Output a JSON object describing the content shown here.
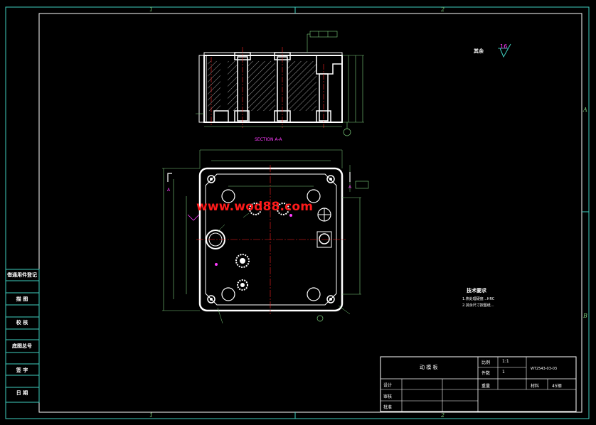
{
  "colors": {
    "background": "#000000",
    "frame": "#3fd0c0",
    "outline": "#ffffff",
    "centerline": "#ff2020",
    "hatch": "#ffffff",
    "dimension": "#7fd27f",
    "magenta": "#ff3cff",
    "watermark": "#ff1a1a"
  },
  "border_zones": {
    "top": [
      "1",
      "2"
    ],
    "bottom": [
      "1",
      "2"
    ],
    "right": [
      "A",
      "B"
    ]
  },
  "section_label": "SECTION A-A",
  "watermark": "www.wod88.com",
  "surface_finish": {
    "prefix": "其余",
    "value": "16"
  },
  "tech_requirements": {
    "title": "技术要求",
    "items": [
      "1.热处理硬度…HRC",
      "2.其余尺寸按图纸..."
    ]
  },
  "side_table": [
    "借通用件登记",
    "描  图",
    "校  核",
    "底图总号",
    "签  字",
    "日  期"
  ],
  "title_block": {
    "part_name": "动 模 板",
    "ratio_label": "比例",
    "ratio": "1:1",
    "qty_label": "件数",
    "qty": "1",
    "weight_label": "重量",
    "drawing_no": "WT2543-03-03",
    "material_label": "材料",
    "material": "45钢",
    "designer_label": "设计",
    "checker_label": "审核",
    "approver_label": "批准"
  },
  "section_marks": [
    "A",
    "A"
  ]
}
